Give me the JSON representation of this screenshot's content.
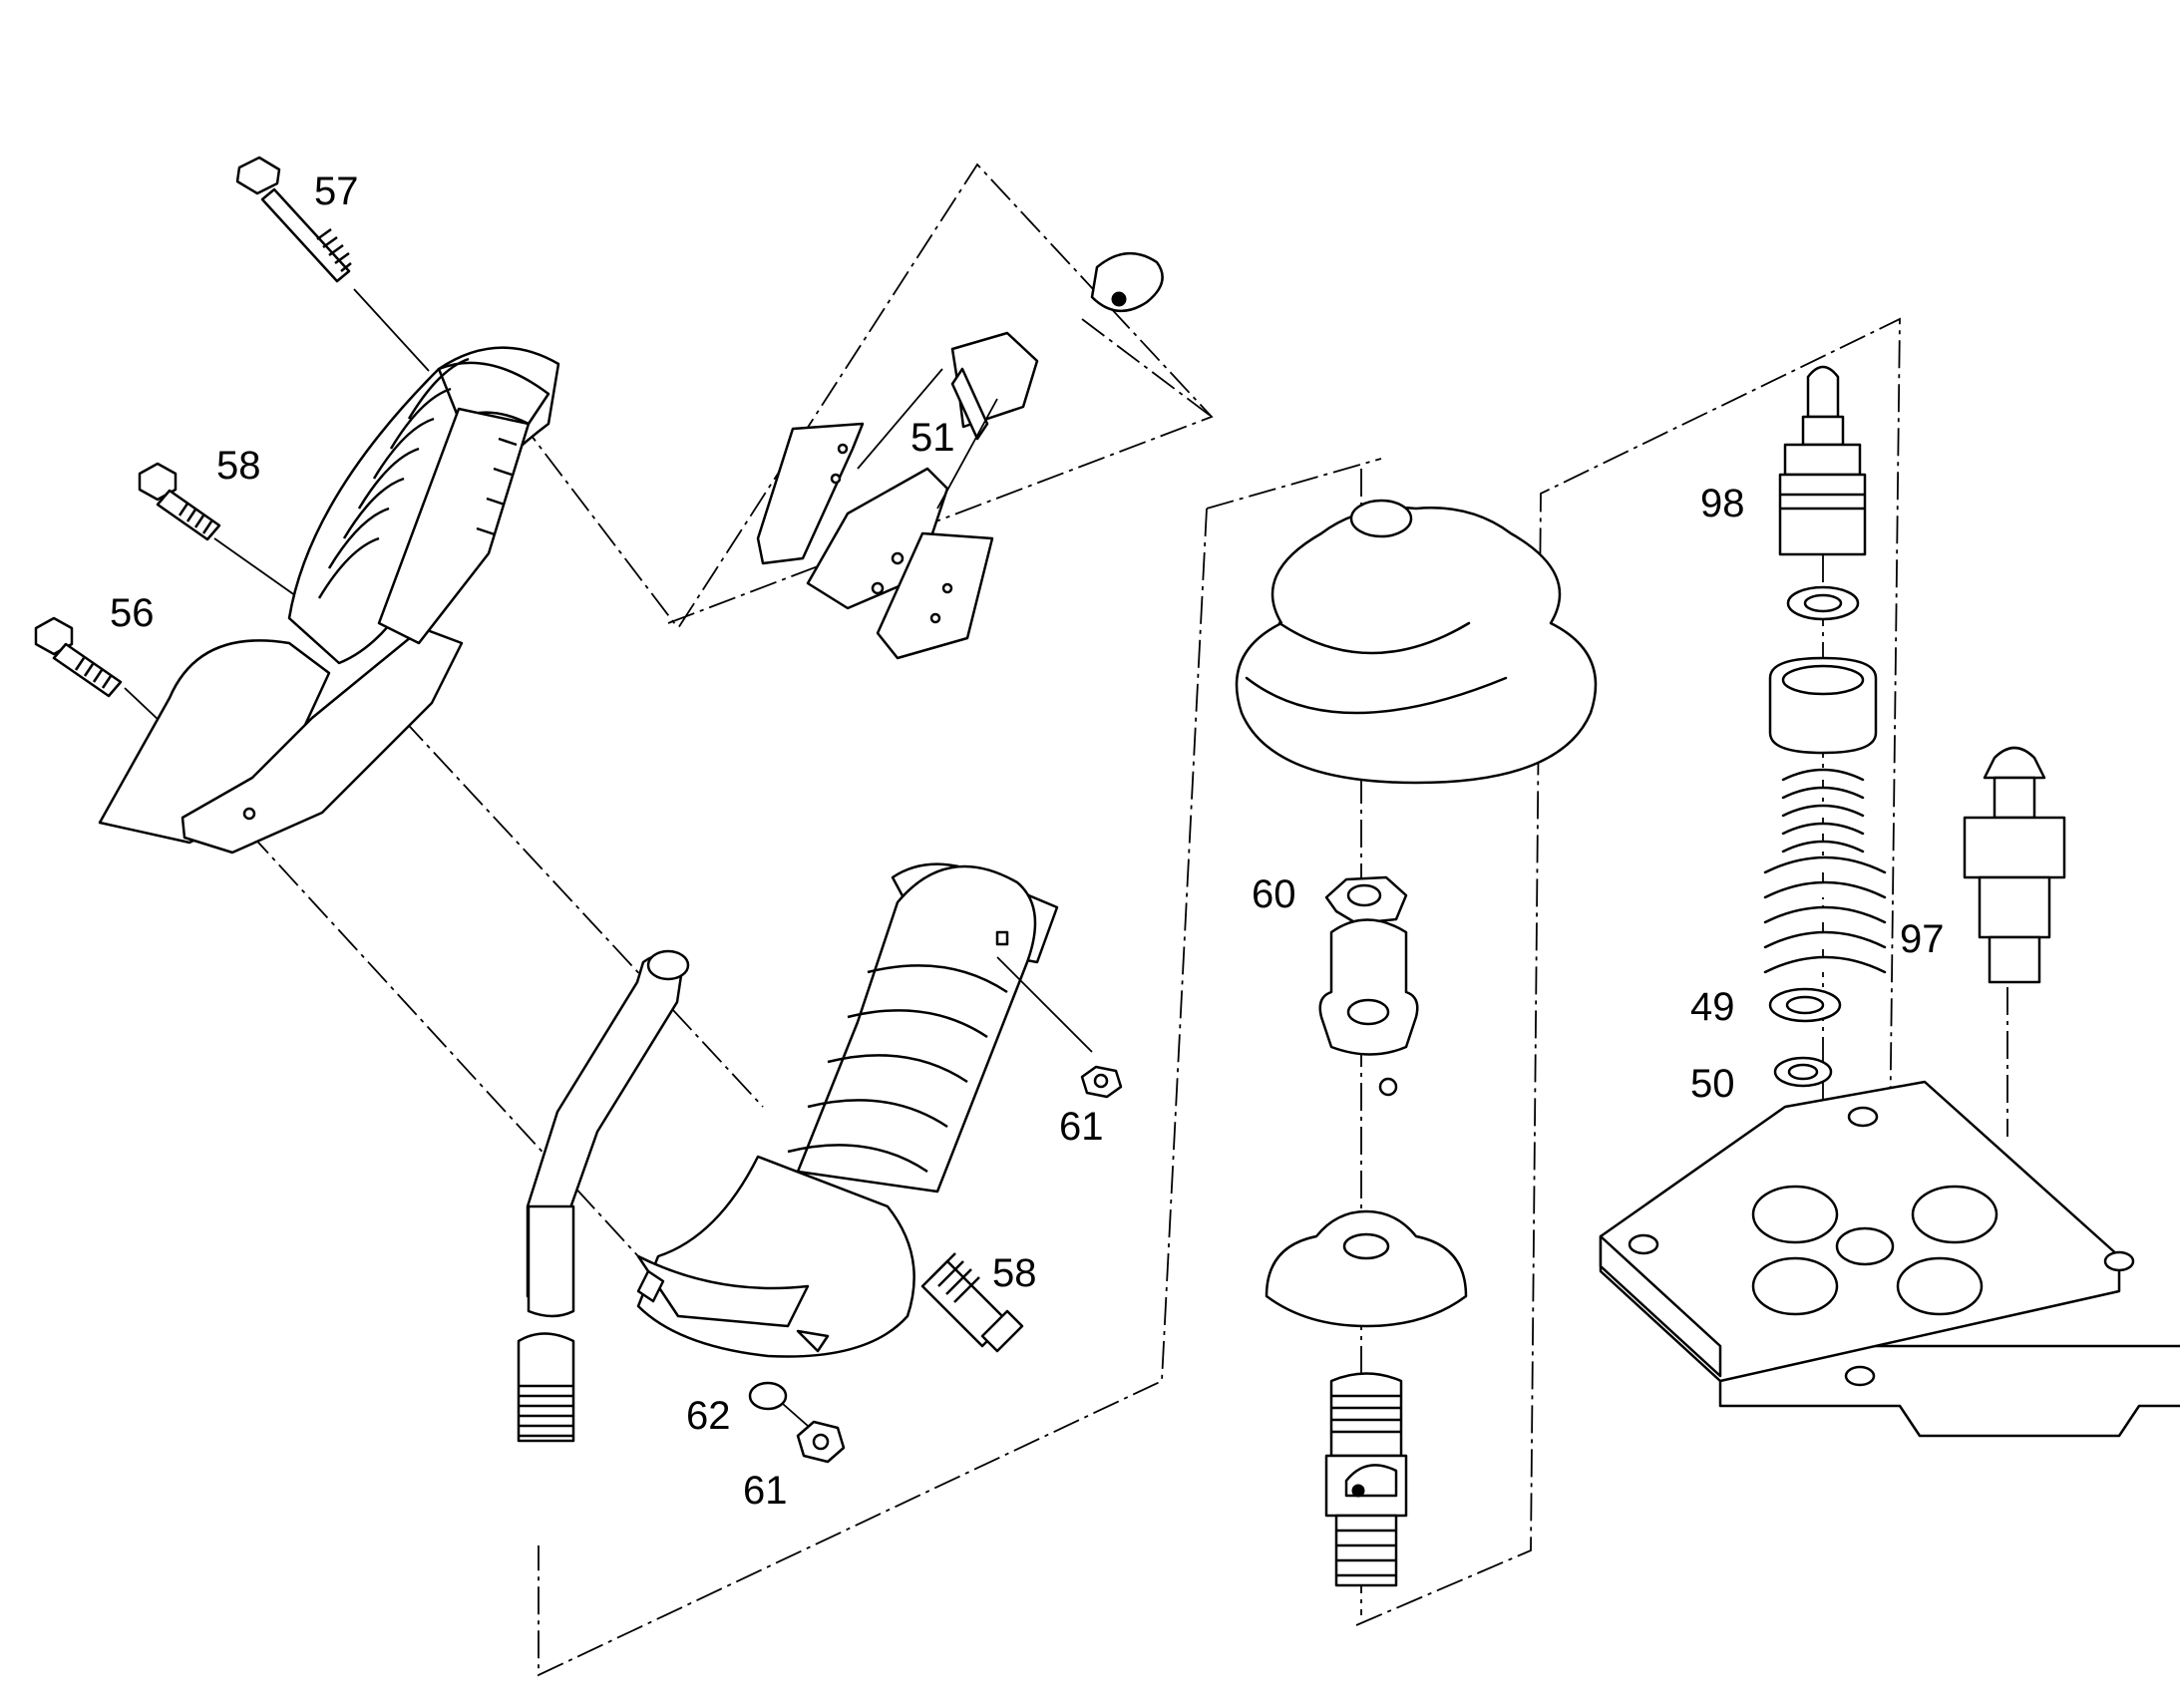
{
  "callouts": [
    {
      "id": "c57",
      "text": "57"
    },
    {
      "id": "c58a",
      "text": "58"
    },
    {
      "id": "c56",
      "text": "56"
    },
    {
      "id": "c51",
      "text": "51"
    },
    {
      "id": "c60",
      "text": "60"
    },
    {
      "id": "c61a",
      "text": "61"
    },
    {
      "id": "c58b",
      "text": "58"
    },
    {
      "id": "c62",
      "text": "62"
    },
    {
      "id": "c61b",
      "text": "61"
    },
    {
      "id": "c98",
      "text": "98"
    },
    {
      "id": "c97",
      "text": "97"
    },
    {
      "id": "c49",
      "text": "49"
    },
    {
      "id": "c50",
      "text": "50"
    }
  ]
}
